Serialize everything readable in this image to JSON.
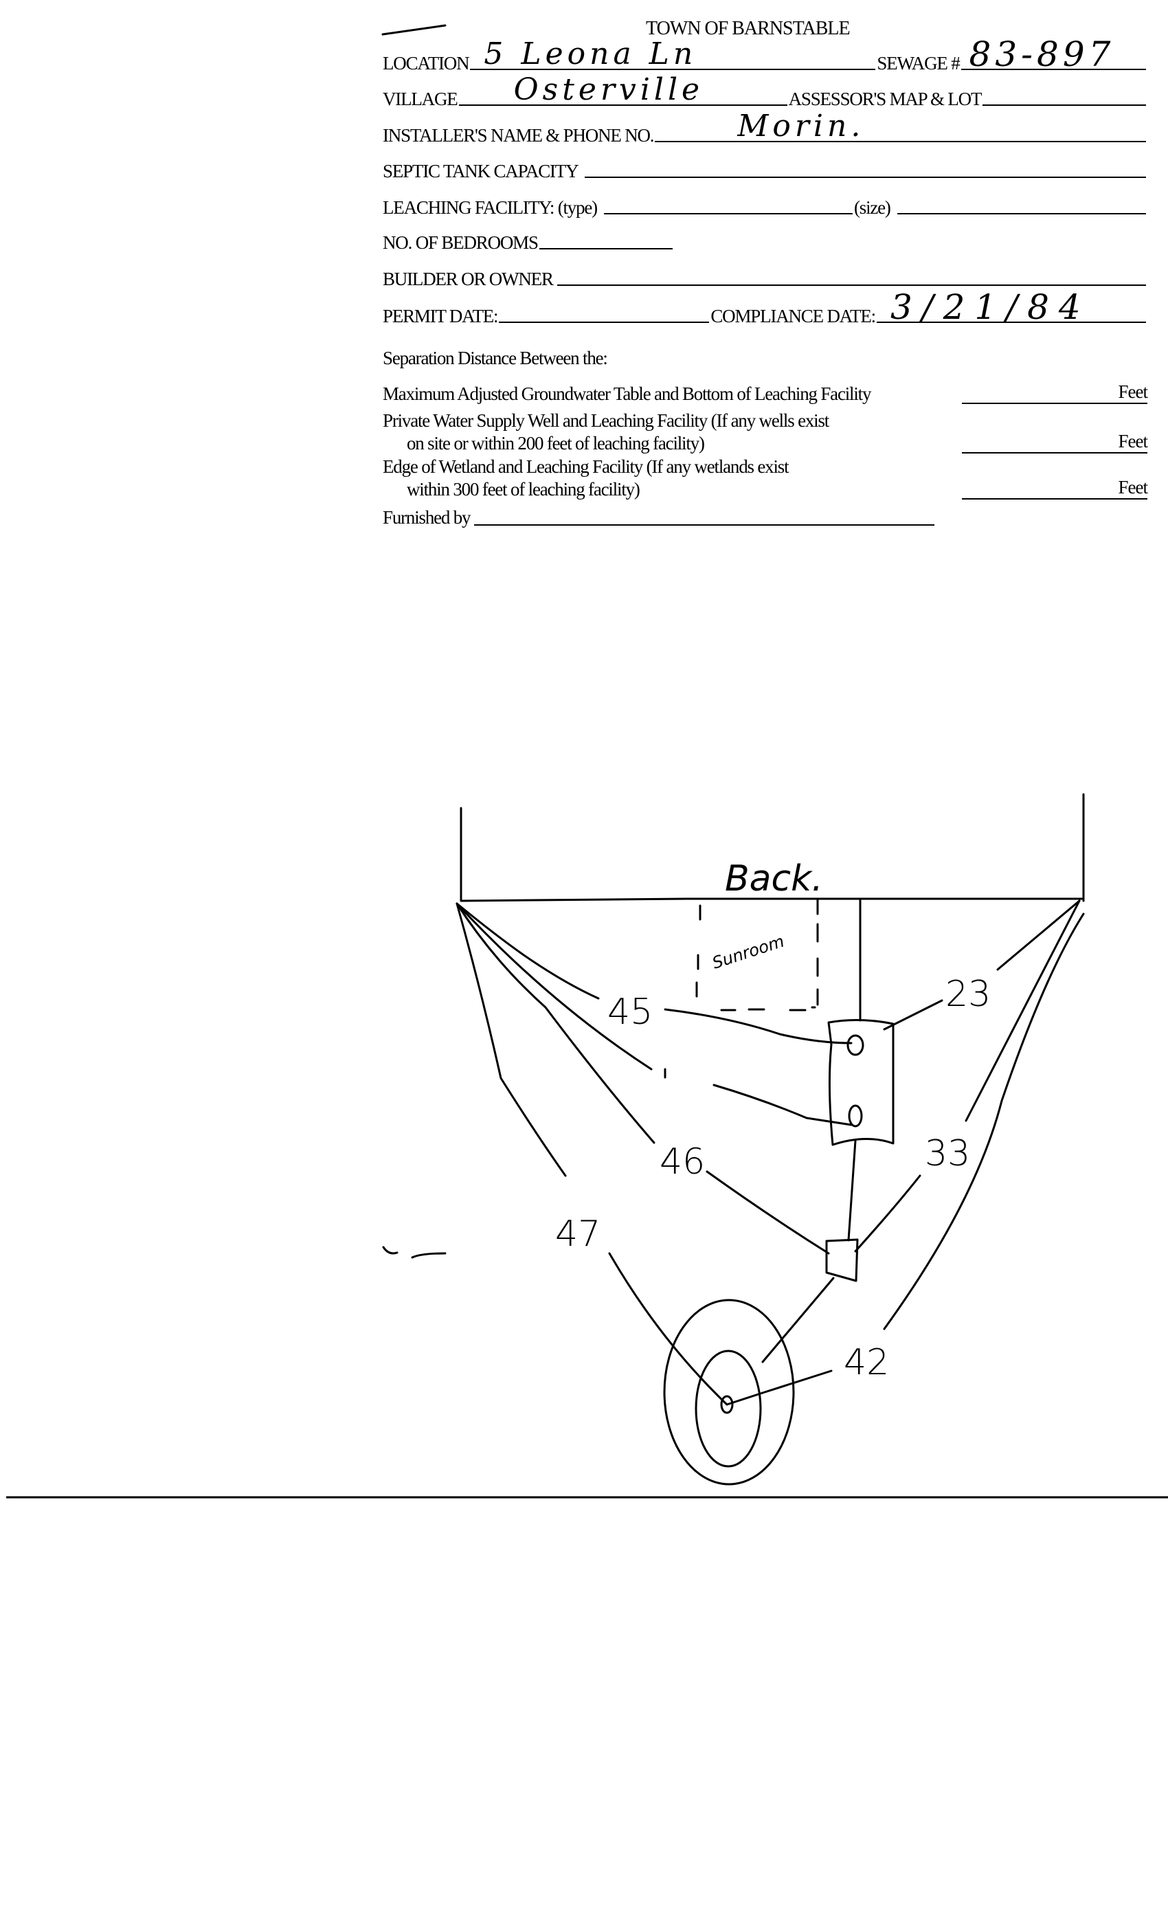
{
  "form": {
    "title": "TOWN OF BARNSTABLE",
    "location_label": "LOCATION",
    "location_value": "5 Leona Ln",
    "sewage_label": "SEWAGE #",
    "sewage_value": "83-897",
    "village_label": "VILLAGE",
    "village_value": "Osterville",
    "assessor_label": "ASSESSOR'S MAP & LOT",
    "installer_label": "INSTALLER'S NAME & PHONE NO.",
    "installer_value": "Morin.",
    "septic_label": "SEPTIC TANK CAPACITY",
    "leaching_label": "LEACHING FACILITY: (type)",
    "size_label": "(size)",
    "bedrooms_label": "NO. OF BEDROOMS",
    "builder_label": "BUILDER OR OWNER",
    "permit_label": "PERMIT DATE:",
    "compliance_label": "COMPLIANCE DATE:",
    "compliance_value": "3/21/84"
  },
  "separation": {
    "heading": "Separation Distance Between the:",
    "item1": "Maximum Adjusted Groundwater Table and Bottom of Leaching Facility",
    "item2_line1": "Private Water Supply Well and Leaching Facility  (If any wells exist",
    "item2_line2": "on site or within 200 feet of leaching facility)",
    "item3_line1": "Edge of Wetland and Leaching Facility (If any wetlands exist",
    "item3_line2": "within 300 feet of leaching facility)",
    "unit": "Feet",
    "furnished_label": "Furnished by"
  },
  "sketch": {
    "back_label": "Back.",
    "sunroom_label": "Sunroom",
    "distances": [
      "45",
      "23",
      "46",
      "33",
      "47",
      "42"
    ]
  }
}
